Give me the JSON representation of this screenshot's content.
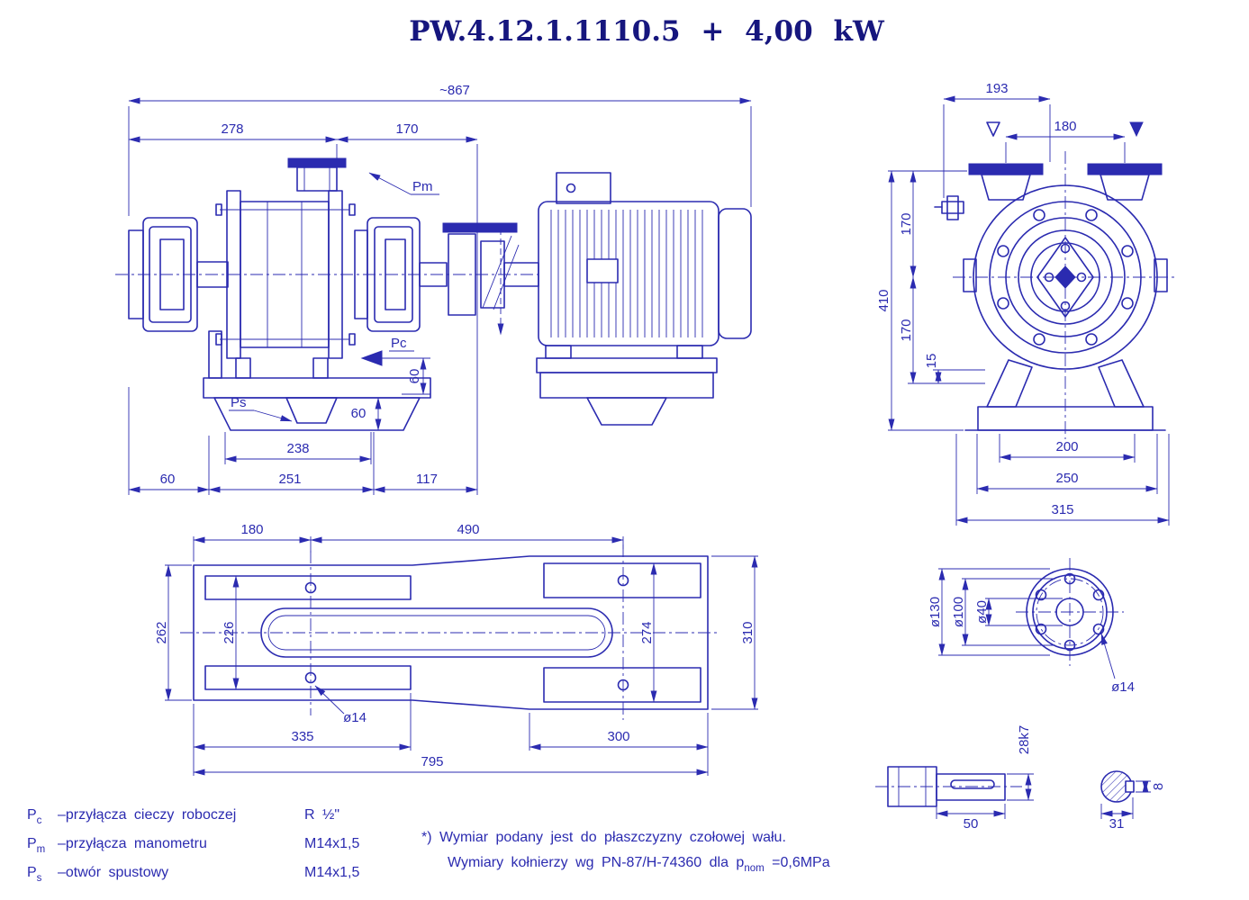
{
  "title": "PW.4.12.1.1110.5 + 4,00 kW",
  "colors": {
    "ink": "#2b2bb0",
    "title": "#16167e",
    "background": "#ffffff"
  },
  "side_view": {
    "dim_overall": "~867",
    "dim_278": "278",
    "dim_170": "170",
    "label_pm": "Pm",
    "label_pc": "Pc",
    "label_ps": "Ps",
    "dim_60_vert": "60",
    "dim_60_base": "60",
    "dim_238": "238",
    "dim_251": "251",
    "dim_60_left": "60",
    "dim_117": "117"
  },
  "front_view": {
    "dim_193": "193",
    "dim_180": "180",
    "dim_410": "410",
    "dim_170_upper": "170",
    "dim_170_lower": "170",
    "dim_15": "15",
    "dim_200": "200",
    "dim_250": "250",
    "dim_315": "315"
  },
  "plan_view": {
    "dim_180": "180",
    "dim_490": "490",
    "dim_262": "262",
    "dim_226": "226",
    "dim_274": "274",
    "dim_310": "310",
    "dim_hole": "ø14",
    "dim_335": "335",
    "dim_300": "300",
    "dim_795": "795"
  },
  "flange_detail": {
    "dim_130": "ø130",
    "dim_100": "ø100",
    "dim_40": "ø40",
    "dim_14": "ø14"
  },
  "shaft_detail": {
    "dim_28k7": "28k7",
    "dim_50": "50",
    "dim_31": "31",
    "dim_8": "8"
  },
  "legend": [
    {
      "p": "P",
      "sub": "c",
      "desc": "–przyłącza cieczy roboczej",
      "val": "R ½\""
    },
    {
      "p": "P",
      "sub": "m",
      "desc": "–przyłącza manometru",
      "val": "M14x1,5"
    },
    {
      "p": "P",
      "sub": "s",
      "desc": "–otwór spustowy",
      "val": "M14x1,5"
    }
  ],
  "note": {
    "line1": "*) Wymiar podany jest do płaszczyzny czołowej wału.",
    "line2_pre": "Wymiary kołnierzy wg PN-87/H-74360 dla p",
    "line2_sub": "nom",
    "line2_post": " =0,6MPa"
  }
}
